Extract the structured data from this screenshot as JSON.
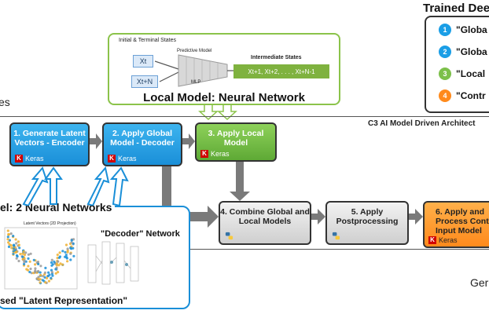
{
  "local_model": {
    "initial_terminal_label": "Initial & Terminal States",
    "state_in_top": "Xt",
    "state_in_bottom": "Xt+N",
    "predictive_label": "Predictive Model",
    "mlp_label": "MLP",
    "intermediate_label": "Intermediate States",
    "intermediate_seq": "Xt+1, Xt+2, . . . , Xt+N-1",
    "title": "Local Model: Neural Network"
  },
  "trained": {
    "title": "Trained Dee",
    "items": [
      {
        "num": "1",
        "label": "\"Globa",
        "color": "#1a9ee6"
      },
      {
        "num": "2",
        "label": "\"Globa",
        "color": "#1a9ee6"
      },
      {
        "num": "3",
        "label": "\"Local",
        "color": "#7cc04a"
      },
      {
        "num": "4",
        "label": "\"Contr",
        "color": "#ff8a1c"
      }
    ]
  },
  "left_partial": "es",
  "architecture_label": "C3 AI Model Driven Architect",
  "steps": {
    "s1": "1. Generate Latent Vectors - Encoder",
    "s2": "2. Apply Global Model - Decoder",
    "s3": "3. Apply Local Model",
    "s4": "4. Combine Global and Local Models",
    "s5": "5. Apply Postprocessing",
    "s6": "6. Apply and Process Contr Input Model"
  },
  "keras_label": "Keras",
  "bottom": {
    "nn_title": "el: 2 Neural Networks",
    "decoder_label": "\"Decoder\" Network",
    "latent_label": "sed \"Latent Representation\"",
    "scatter_title": "Latent Vectors (2D Projection)"
  },
  "right_partial": "Ger"
}
